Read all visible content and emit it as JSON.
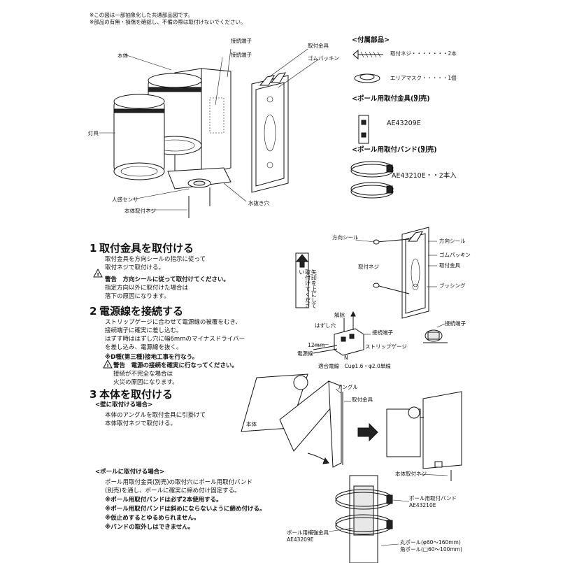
{
  "notes": {
    "line1": "※この図は一部抽象化した共通部品図です。",
    "line2": "※部品の有無・損傷を確認し、不備の際は取付けないでください。"
  },
  "top_labels": {
    "body": "本体",
    "lamp": "灯具",
    "motion_sensor": "人感センサ",
    "body_screw": "本体取付ネジ",
    "terminal1": "接続端子",
    "terminal2": "接続端子",
    "bracket": "取付金具",
    "gasket": "ゴムパッキン",
    "drain_hole": "水抜き穴"
  },
  "accessories": {
    "title": "<付属部品>",
    "screw": "取付ネジ・・・・・・・2本",
    "area_mask": "エリアマスク・・・・・1個",
    "pole_bracket_title": "<ポール用取付金具(別売)",
    "pole_bracket_code": "AE43209E",
    "pole_band_title": "<ポール用取付バンド(別売)",
    "pole_band_code": "AE43210E・・2本入"
  },
  "step1": {
    "num": "1",
    "title": "取付金具を取付ける",
    "text1": "取付金具を方向シールの指示に従って",
    "text2": "取付ネジで取付ける。",
    "warn": "警告　方向シールに従って取付けてください。",
    "warn_text1": "指定方向以外に取付けた場合は",
    "warn_text2": "落下の原因になります。",
    "label_direction_seal": "方向シール",
    "label_arrow_text": "矢印を上にして取付けてください",
    "label_screw": "取付ネジ",
    "label_seal": "方向シール",
    "label_gasket": "ゴムパッキン",
    "label_bracket": "取付金具",
    "label_bushing": "ブッシング"
  },
  "step2": {
    "num": "2",
    "title": "電源線を接続する",
    "text1": "ストリップゲージに合わせて電源線の被覆をむき、",
    "text2": "接続端子に確実に差し込む。",
    "text3": "はずす時ははずし穴に幅6mmのマイナスドライバー",
    "text4": "を差し込み、電源線を抜く。",
    "bold1": "※D種(第三種)接地工事を行なう。",
    "warn": "警告　電源の接続を確実に行なってください。",
    "warn_text1": "接続が不完全な場合は",
    "warn_text2": "火災の原因になります。",
    "label_release": "解除",
    "label_hole": "はずし穴",
    "label_terminal": "接続端子",
    "label_strip": "ストリップゲージ",
    "label_12mm": "12mm",
    "label_wire": "電源線",
    "label_n": "N",
    "label_wire_spec": "適合電線　Cuφ1.6・φ2.0単線",
    "label_terminal2": "接続端子"
  },
  "step3": {
    "num": "3",
    "title": "本体を取付ける",
    "wall_title": "<壁に取付ける場合>",
    "wall_text1": "本体のアングルを取付金具に引掛けて",
    "wall_text2": "本体取付ネジで取付ける。",
    "label_angle": "アングル",
    "label_bracket": "取付金具",
    "label_body": "本体",
    "label_body_screw": "本体取付ネジ",
    "pole_title": "<ポールに取付ける場合>",
    "pole_text1": "ポール用取付金具(別売)の取付穴にポール用取付バンド",
    "pole_text2": "(別売)を通し、ポールに確実に締め付け固定する。",
    "pole_bold1": "※ポール用取付バンドは必ず2本使用する。",
    "pole_bold2": "※ポール用取付バンドは斜めにならないように締め付ける。",
    "pole_bold3": "※仮止めするとゆるめられません。",
    "pole_bold4": "※バンドの取外しはできません。",
    "label_band": "ポール用取付バンド",
    "label_band_code": "AE43210E",
    "label_reinforce": "ポール用補強金具",
    "label_reinforce_code": "AE43209E",
    "label_round_pole": "丸ポール(φ60〜160mm)",
    "label_square_pole": "角ポール(□60〜100mm)"
  }
}
